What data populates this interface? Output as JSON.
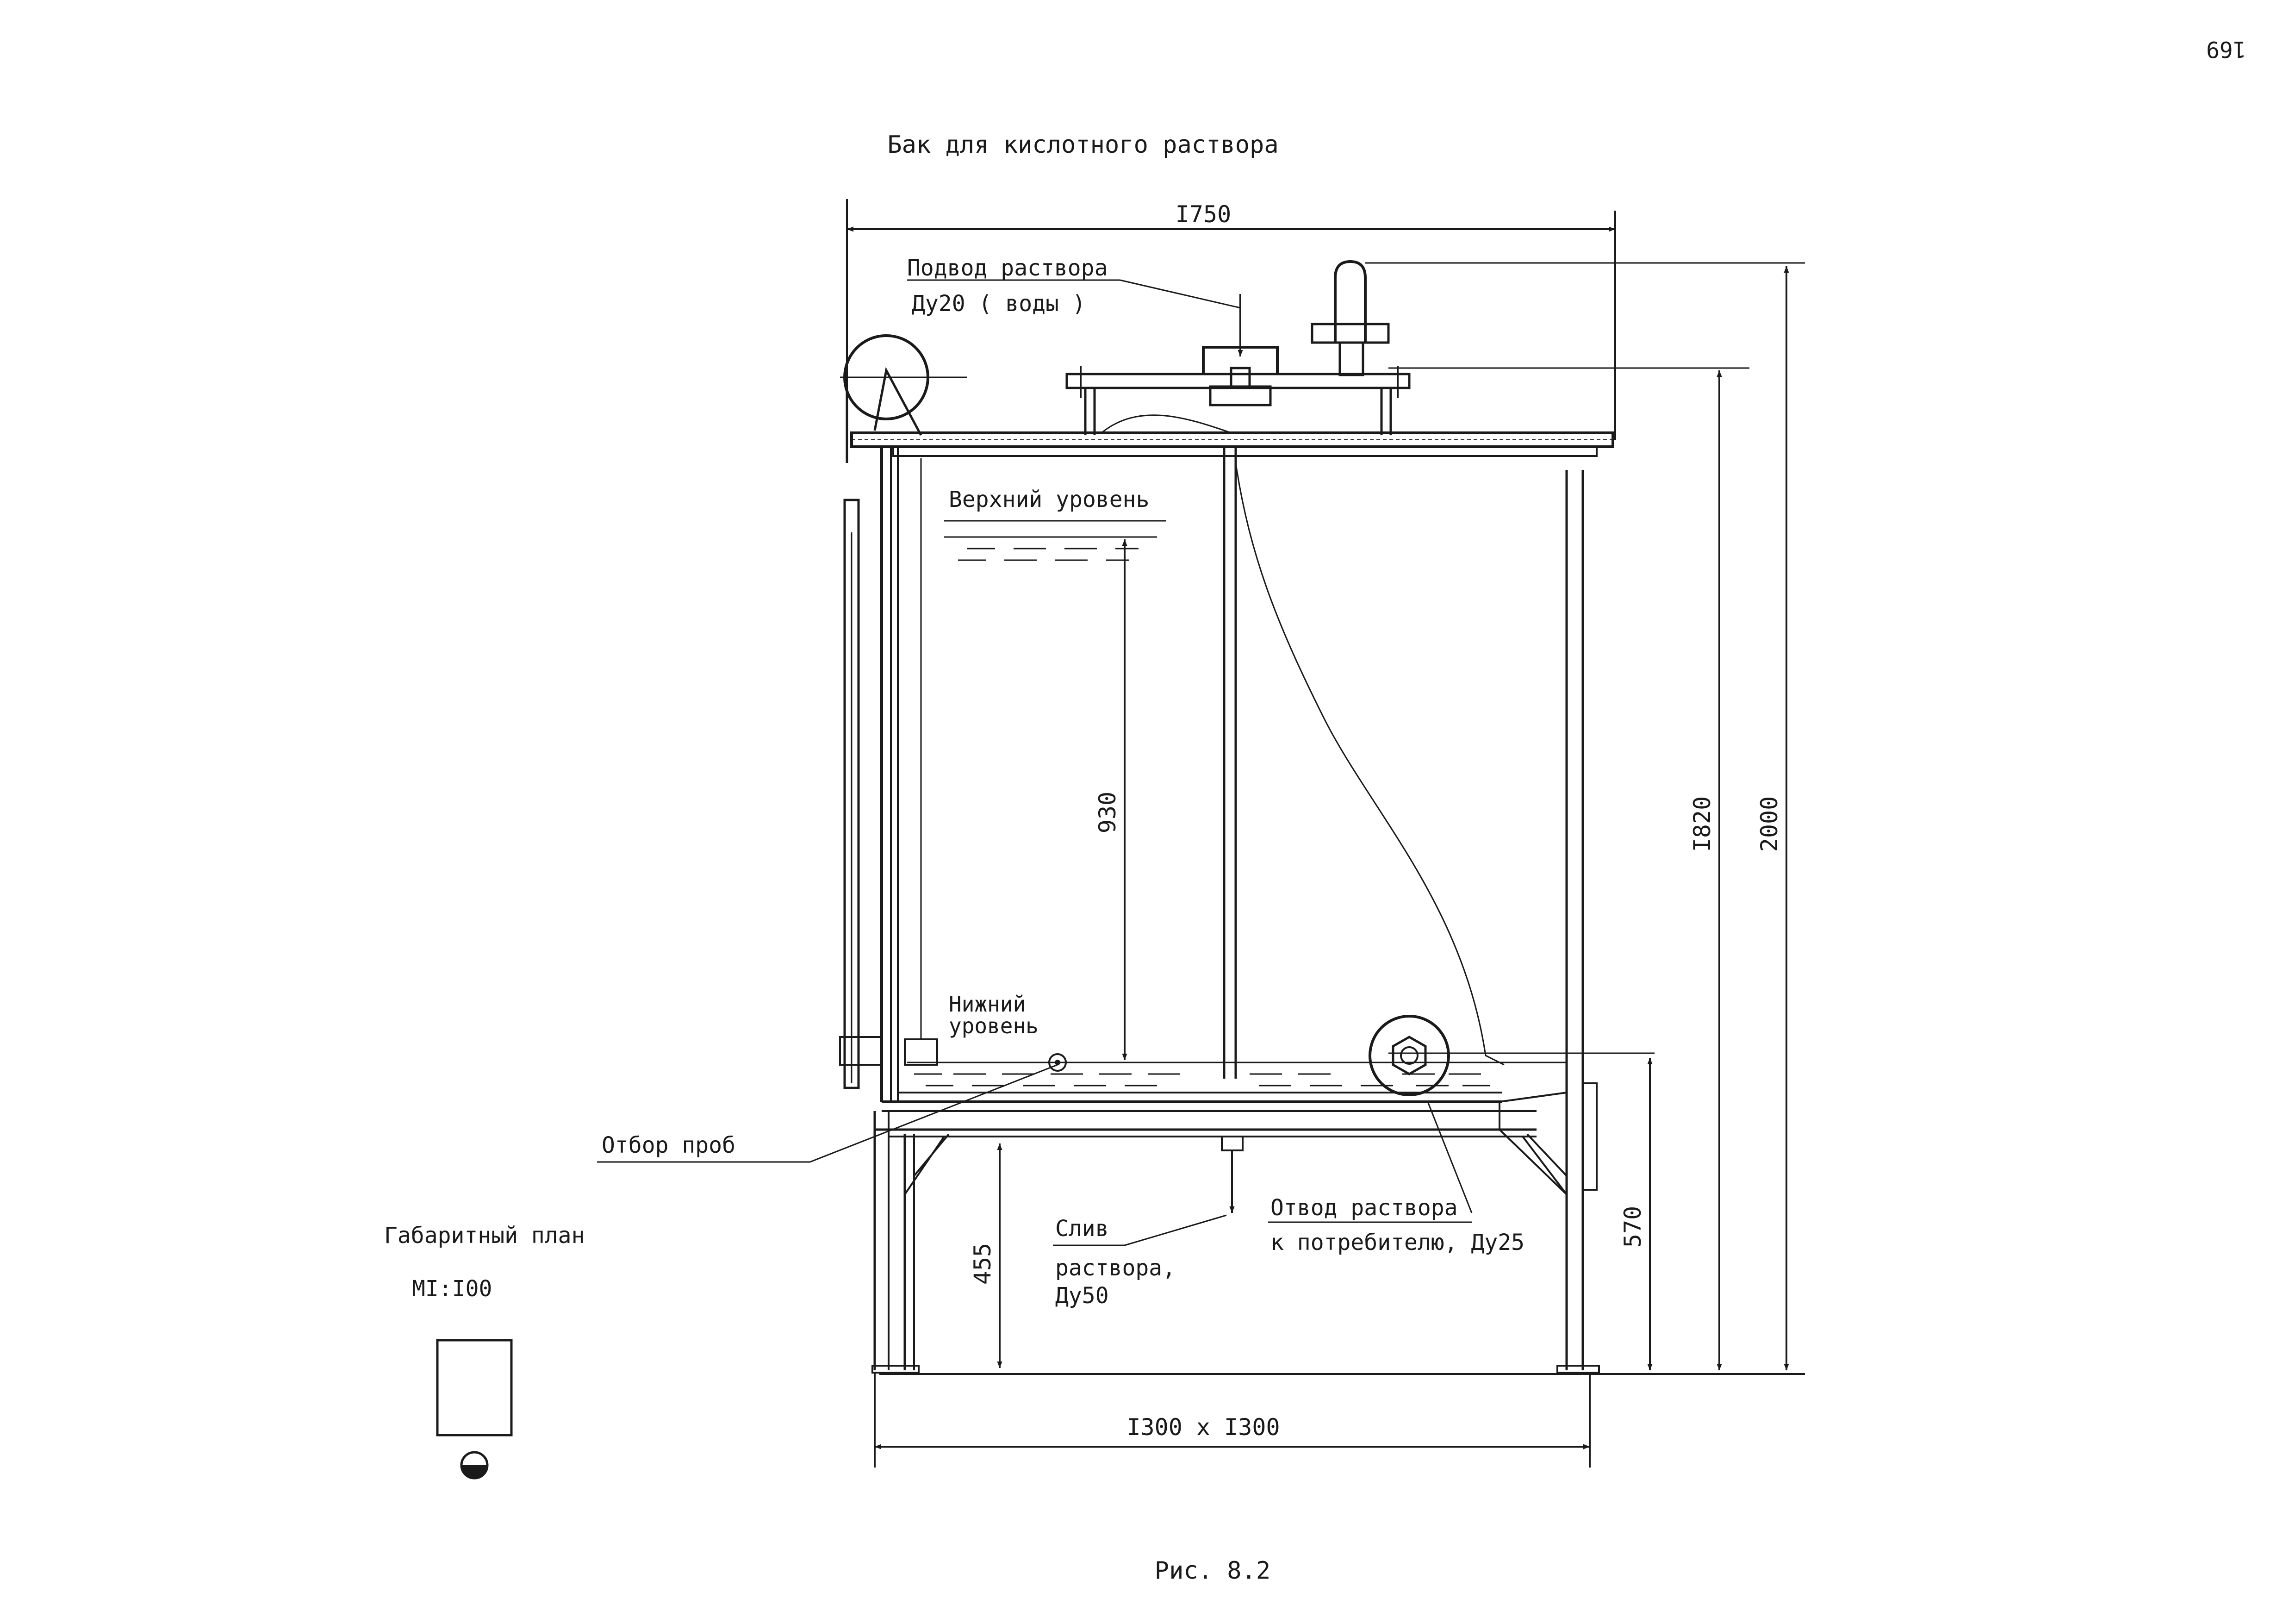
{
  "page_number": "169",
  "title": "Бак для кислотного раствора",
  "labels": {
    "supply_line1": "Подвод раствора",
    "supply_line2": "Ду20 ( воды )",
    "upper_level": "Верхний уровень",
    "lower_level_line1": "Нижний",
    "lower_level_line2": "уровень",
    "sampling": "Отбор проб",
    "drain_line1": "Слив",
    "drain_line2": "раствора,",
    "drain_line3": "Ду50",
    "outlet_line1": "Отвод раствора",
    "outlet_line2": "к потребителю, Ду25",
    "plan_title": "Габаритный план",
    "plan_scale": "МI:I00"
  },
  "dimensions": {
    "overall_width": "I750",
    "level_span": "930",
    "tank_height": "I820",
    "overall_height": "2000",
    "leg_height": "455",
    "outlet_height": "570",
    "footprint": "I300 x I300"
  },
  "caption": "Рис. 8.2",
  "colors": {
    "ink": "#1a1a1a",
    "paper": "#ffffff"
  }
}
